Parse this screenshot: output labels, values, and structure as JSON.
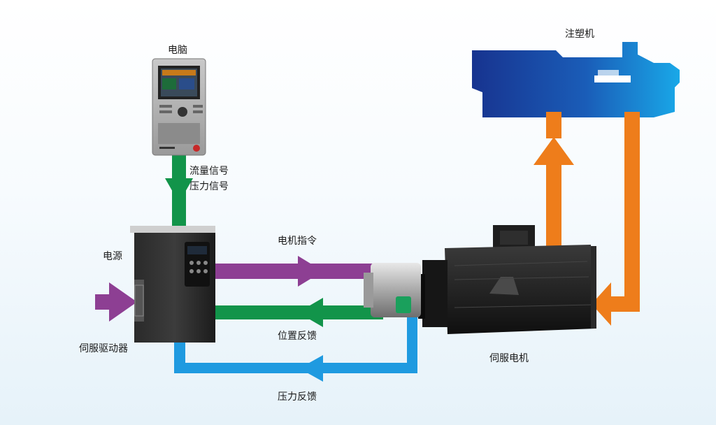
{
  "labels": {
    "computer": "电脑",
    "flow_signal": "流量信号",
    "pressure_signal": "压力信号",
    "power": "电源",
    "servo_driver": "伺服驱动器",
    "motor_command": "电机指令",
    "position_feedback": "位置反馈",
    "pressure_feedback": "压力反馈",
    "servo_motor": "伺服电机",
    "injection_machine": "注塑机"
  },
  "colors": {
    "signal": "#12944a",
    "command": "#8d3f93",
    "pressure_feedback": "#1f9ae0",
    "hydraulic": "#ee7d1b",
    "machine": "#1a3f9c"
  }
}
